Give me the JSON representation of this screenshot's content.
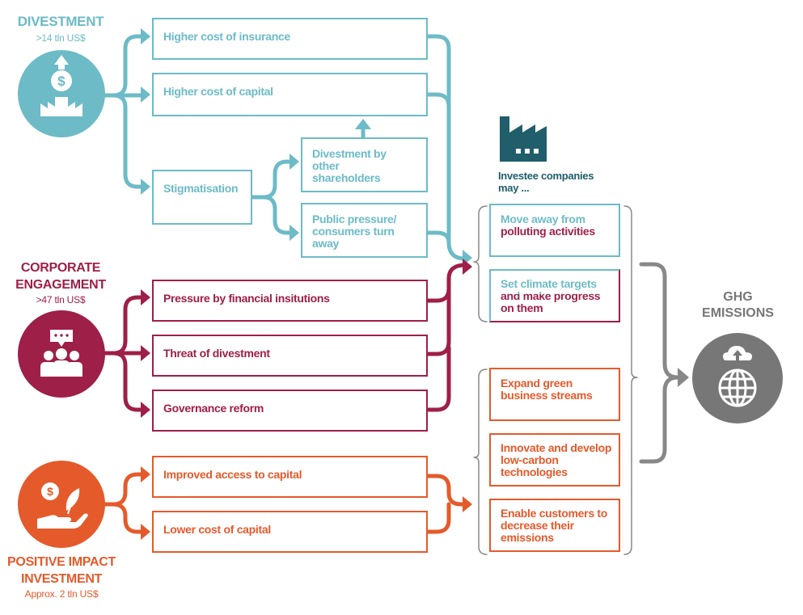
{
  "divestment": {
    "title": "DIVESTMENT",
    "amount": ">14 tln US$",
    "icon": "divestment-dollar-icon",
    "color": "#6cbbc7",
    "boxes": [
      "Higher cost of insurance",
      "Higher cost of capital",
      "Stigmatisation",
      "Divestment by other shareholders",
      "Public pressure/ consumers turn away"
    ]
  },
  "engagement": {
    "title_line1": "CORPORATE",
    "title_line2": "ENGAGEMENT",
    "amount": ">47 tln US$",
    "icon": "people-speech-icon",
    "color": "#9e1f47",
    "boxes": [
      "Pressure by financial insitutions",
      "Threat of divestment",
      "Governance reform"
    ]
  },
  "impact": {
    "title_line1": "POSITIVE IMPACT",
    "title_line2": "INVESTMENT",
    "amount": "Approx. 2 tln US$",
    "icon": "hand-plant-dollar-icon",
    "color": "#e55a2b",
    "boxes": [
      "Improved access to capital",
      "Lower cost of capital"
    ]
  },
  "investee": {
    "icon": "factory-icon",
    "color": "#1f5e6a",
    "label": "Investee companies may ...",
    "actions_blue": [
      "Move away from polluting activities",
      "Set climate targets and make progress on them"
    ],
    "actions_orange": [
      "Expand green business streams",
      "Innovate and develop low-carbon technologies",
      "Enable customers to decrease their emissions"
    ]
  },
  "ghg": {
    "title_line1": "GHG",
    "title_line2": "EMISSIONS",
    "icon": "globe-cloud-icon",
    "color": "#777777"
  }
}
